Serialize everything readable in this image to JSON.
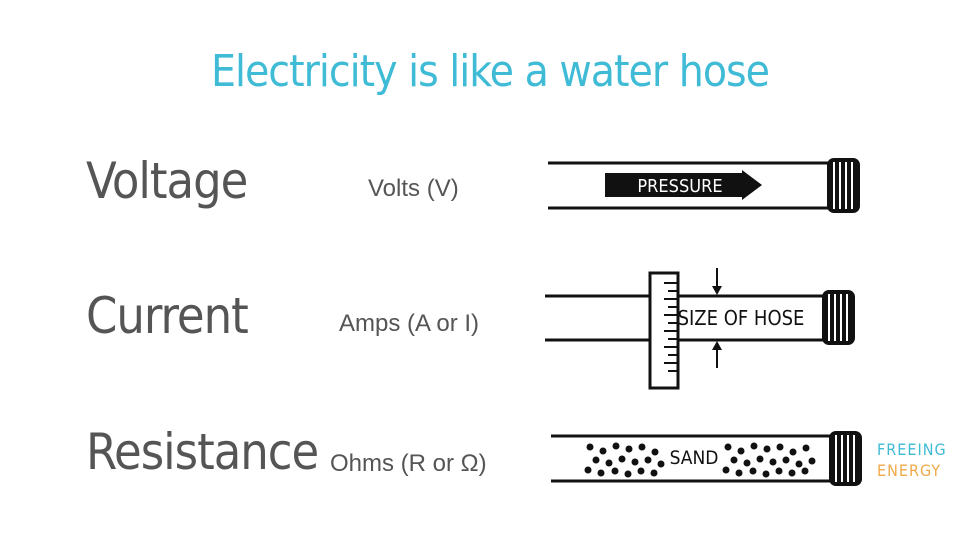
{
  "title": "Electricity is like a water hose",
  "rows": [
    {
      "term": "Voltage",
      "unit": "Volts (V)",
      "label": "PRESSURE"
    },
    {
      "term": "Current",
      "unit": "Amps (A or I)",
      "label": "SIZE OF HOSE"
    },
    {
      "term": "Resistance",
      "unit": "Ohms (R or Ω)",
      "label": "SAND"
    }
  ],
  "brand": {
    "line1": "FREEING",
    "line2": "ENERGY",
    "color1": "#3fbbd6",
    "color2": "#f0a94a"
  },
  "colors": {
    "title": "#3fbbd6",
    "text": "#555555",
    "line": "#111111"
  }
}
